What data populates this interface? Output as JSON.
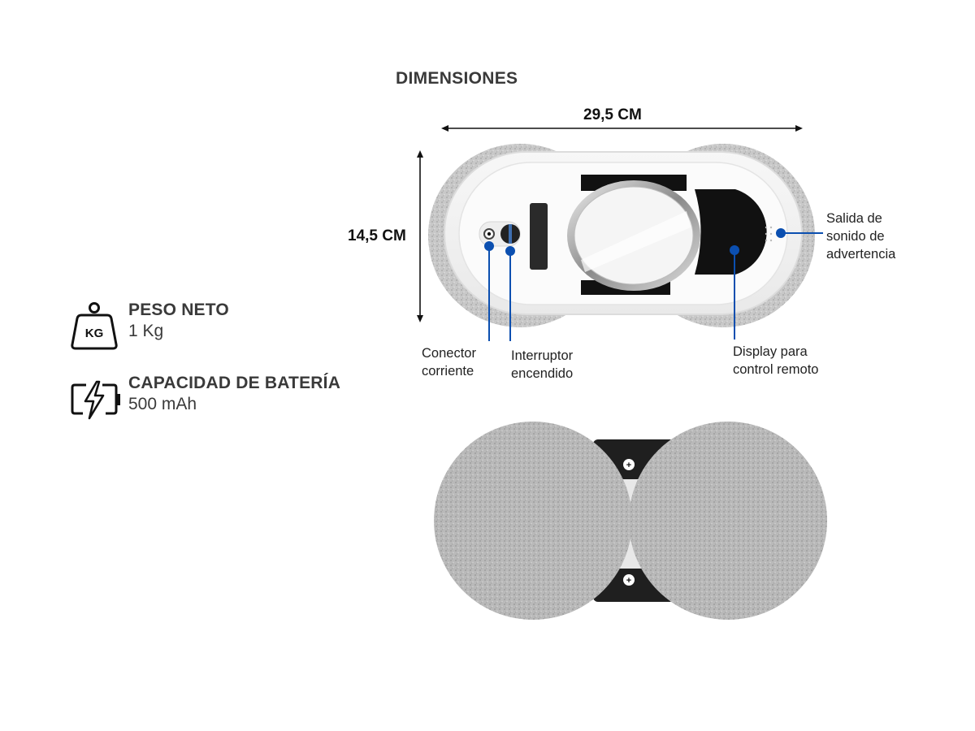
{
  "section_title": "DIMENSIONES",
  "dimensions": {
    "width": "29,5 CM",
    "height": "14,5 CM"
  },
  "specs": [
    {
      "icon": "weight-kg-icon",
      "icon_label": "KG",
      "title": "PESO NETO",
      "value": "1 Kg"
    },
    {
      "icon": "battery-charging-icon",
      "title": "CAPACIDAD DE BATERÍA",
      "value": "500 mAh"
    }
  ],
  "callouts": {
    "power_connector": {
      "line1": "Conector",
      "line2": "corriente"
    },
    "power_switch": {
      "line1": "Interruptor",
      "line2": "encendido"
    },
    "remote_display": {
      "line1": "Display para",
      "line2": "control remoto"
    },
    "warning_sound": {
      "line1": "Salida de",
      "line2": "sonido de",
      "line3": "advertencia"
    }
  },
  "colors": {
    "callout_blue": "#0b4fb0",
    "text_dark": "#3a3a3a",
    "pad_gray": "#b9b9b9"
  }
}
